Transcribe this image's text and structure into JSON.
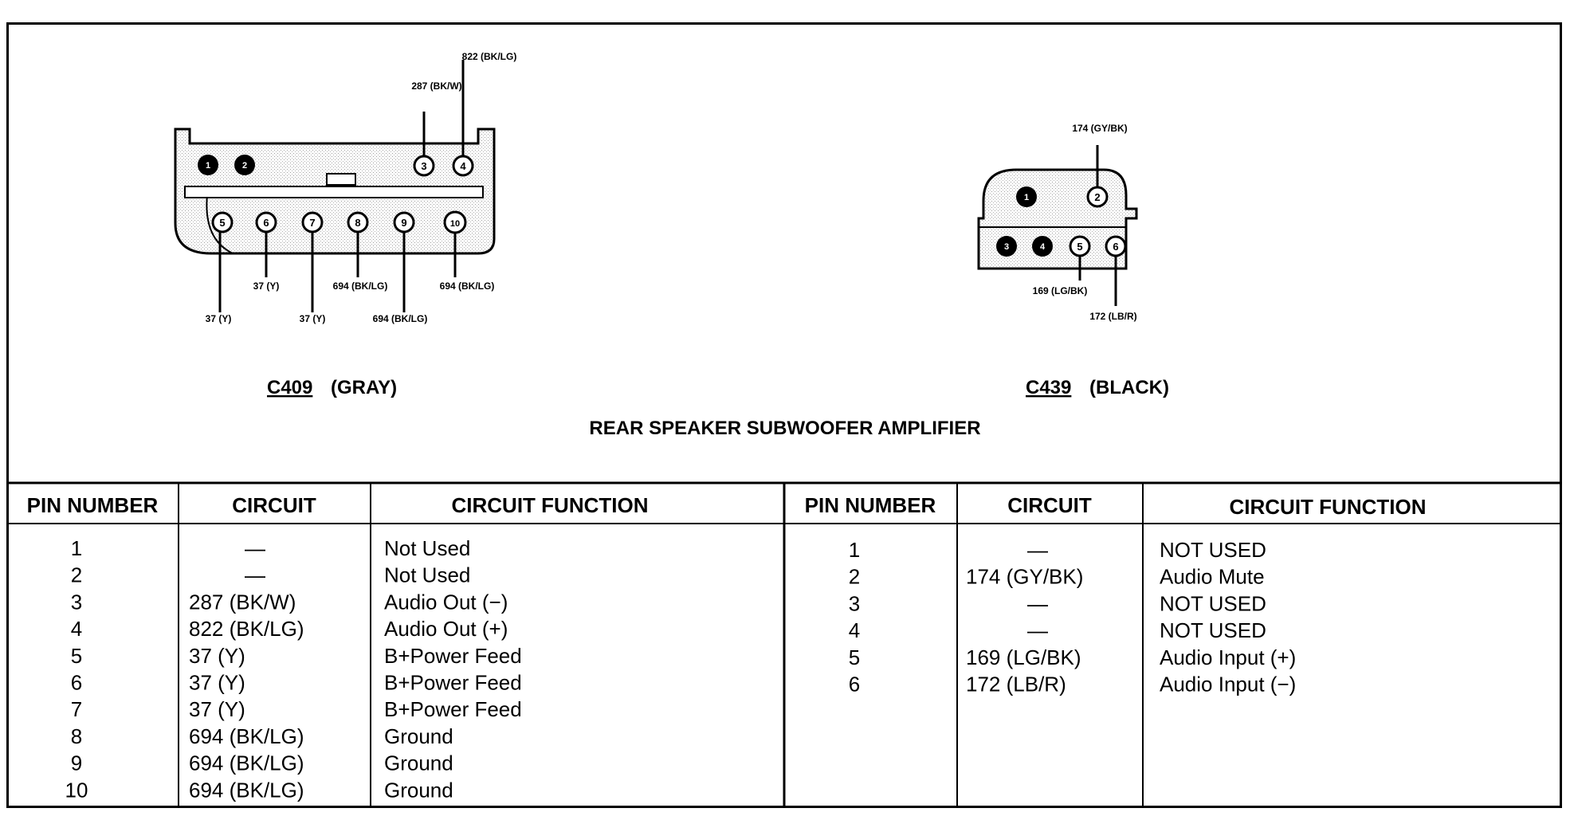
{
  "title": "REAR SPEAKER SUBWOOFER AMPLIFIER",
  "connectors": [
    {
      "id": "C409",
      "color": "(GRAY)",
      "wire_labels": {
        "pin3": "287 (BK/W)",
        "pin4": "822 (BK/LG)",
        "pin5": "37 (Y)",
        "pin6": "37 (Y)",
        "pin7": "37 (Y)",
        "pin8": "694 (BK/LG)",
        "pin9": "694 (BK/LG)",
        "pin10": "694 (BK/LG)"
      },
      "pin_numbers": [
        "1",
        "2",
        "3",
        "4",
        "5",
        "6",
        "7",
        "8",
        "9",
        "10"
      ]
    },
    {
      "id": "C439",
      "color": "(BLACK)",
      "wire_labels": {
        "pin2": "174 (GY/BK)",
        "pin5": "169 (LG/BK)",
        "pin6": "172 (LB/R)"
      },
      "pin_numbers": [
        "1",
        "2",
        "3",
        "4",
        "5",
        "6"
      ]
    }
  ],
  "table": {
    "headers": [
      "PIN NUMBER",
      "CIRCUIT",
      "CIRCUIT FUNCTION",
      "PIN NUMBER",
      "CIRCUIT",
      "CIRCUIT FUNCTION"
    ],
    "left_rows": [
      {
        "pin": "1",
        "circuit": "—",
        "function": "Not Used"
      },
      {
        "pin": "2",
        "circuit": "—",
        "function": "Not Used"
      },
      {
        "pin": "3",
        "circuit": "287 (BK/W)",
        "function": "Audio Out (−)"
      },
      {
        "pin": "4",
        "circuit": "822 (BK/LG)",
        "function": "Audio Out (+)"
      },
      {
        "pin": "5",
        "circuit": "37 (Y)",
        "function": "B+Power Feed"
      },
      {
        "pin": "6",
        "circuit": "37 (Y)",
        "function": "B+Power Feed"
      },
      {
        "pin": "7",
        "circuit": "37 (Y)",
        "function": "B+Power Feed"
      },
      {
        "pin": "8",
        "circuit": "694 (BK/LG)",
        "function": "Ground"
      },
      {
        "pin": "9",
        "circuit": "694 (BK/LG)",
        "function": "Ground"
      },
      {
        "pin": "10",
        "circuit": "694 (BK/LG)",
        "function": "Ground"
      }
    ],
    "right_rows": [
      {
        "pin": "1",
        "circuit": "—",
        "function": "NOT USED"
      },
      {
        "pin": "2",
        "circuit": "174 (GY/BK)",
        "function": "Audio Mute"
      },
      {
        "pin": "3",
        "circuit": "—",
        "function": "NOT USED"
      },
      {
        "pin": "4",
        "circuit": "—",
        "function": "NOT USED"
      },
      {
        "pin": "5",
        "circuit": "169 (LG/BK)",
        "function": "Audio Input (+)"
      },
      {
        "pin": "6",
        "circuit": "172 (LB/R)",
        "function": "Audio Input (−)"
      }
    ]
  }
}
